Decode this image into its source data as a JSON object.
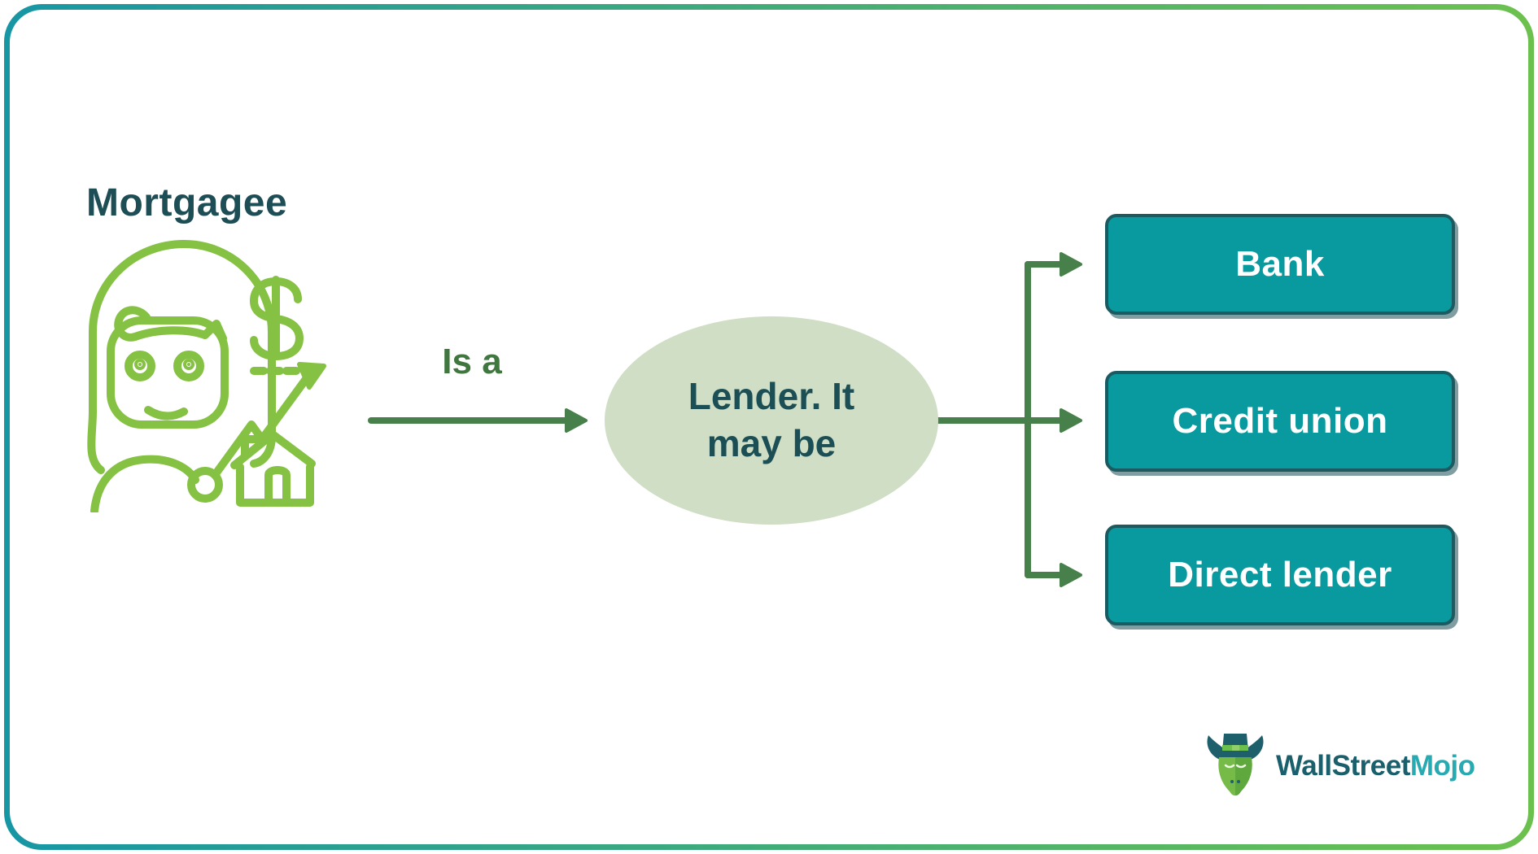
{
  "diagram": {
    "title": "Mortgagee",
    "subject_icon": "woman-with-dollar-chart-and-house-icon",
    "relation_label": "Is a",
    "central_node": {
      "label": "Lender. It may be",
      "lines": [
        "Lender. It",
        "may be"
      ]
    },
    "targets": [
      {
        "label": "Bank"
      },
      {
        "label": "Credit union"
      },
      {
        "label": "Direct lender"
      }
    ]
  },
  "branding": {
    "logo_icon": "bull-with-top-hat-icon",
    "logo_text_primary": "WallStreet",
    "logo_text_accent": "Mojo"
  },
  "colors": {
    "border_gradient_left": "#1796a4",
    "border_gradient_right": "#6cc14e",
    "title_text": "#1e4e55",
    "icon_green": "#85c142",
    "relation_text": "#40773f",
    "connector_green": "#47804a",
    "ellipse_fill": "#cfdec5",
    "ellipse_text": "#1b4f55",
    "box_fill": "#089a9e",
    "box_border": "#1c5a61",
    "box_text": "#ffffff",
    "logo_dark": "#1a606c",
    "logo_teal": "#27aab2"
  }
}
